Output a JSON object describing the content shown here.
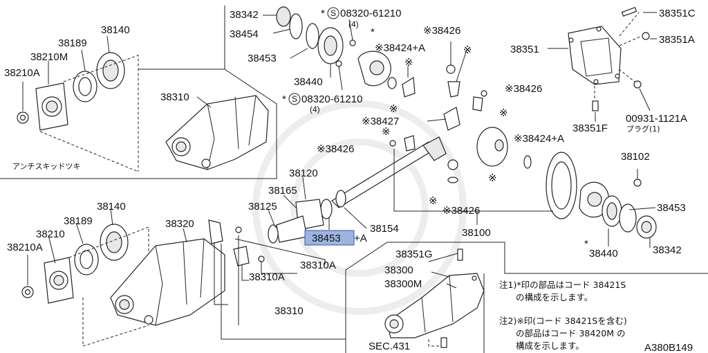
{
  "diagram_id": "A380B149",
  "labels": {
    "p38342_top": "38342",
    "p38454": "38454",
    "p38453_top": "38453",
    "p38440_top": "38440",
    "bolt_top": "08320-61210",
    "bolt_top_qty": "(4)",
    "bolt_mid": "08320-61210",
    "bolt_mid_qty": "(4)",
    "p38424A_top": "※38424+A",
    "p38426_a": "※38426",
    "p38426_b": "※38426",
    "p38426_c": "※38426",
    "p38426_d": "※38426",
    "p38427": "※38427",
    "p38424A_mid": "※38424+A",
    "p38351C": "38351C",
    "p38351A": "38351A",
    "p38351": "38351",
    "p38351F": "38351F",
    "p00931": "00931-1121A",
    "plug": "プラグ(1)",
    "p38140_top": "38140",
    "p38189_top": "38189",
    "p38210M": "38210M",
    "p38210A_top": "38210A",
    "p38310_top": "38310",
    "anti_skid": "アンチスキッドツキ",
    "p38120": "38120",
    "p38165": "38165",
    "p38125": "38125",
    "p38154": "38154",
    "p38453A": "38453",
    "p38453A_suffix": "+A",
    "p38100": "38100",
    "p38102": "38102",
    "p38453_right": "38453",
    "p38440_right": "38440",
    "p38342_right": "38342",
    "p38140_bot": "38140",
    "p38189_bot": "38189",
    "p38210": "38210",
    "p38210A_bot": "38210A",
    "p38320": "38320",
    "p38310A_a": "38310A",
    "p38310A_b": "38310A",
    "p38310_bot": "38310",
    "p38351G": "38351G",
    "p38300": "38300",
    "p38300M": "38300M",
    "sec431": "SEC.431",
    "star_mark": "※",
    "asterisk_mark": "*",
    "s_mark": "S"
  },
  "notes": {
    "note1_line1": "注1)*印の部品はコード 38421S",
    "note1_line2": "の構成を示します。",
    "note2_line1": "注2)※印(コード 38421Sを含む)",
    "note2_line2": "の部品はコード 38420M の",
    "note2_line3": "構成を示します。"
  }
}
